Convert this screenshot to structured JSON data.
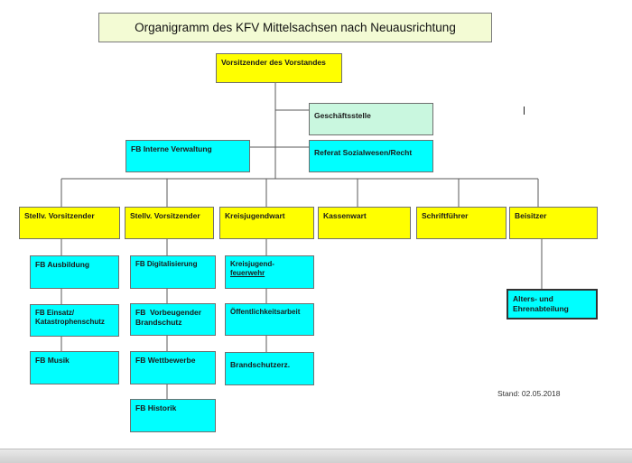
{
  "title": "Organigramm des KFV Mittelsachsen nach Neuausrichtung",
  "stand": "Stand: 02.05.2018",
  "nodes": {
    "vorsitzender": "Vorsitzender des Vorstandes",
    "geschaeftsstelle": "Geschäftsstelle",
    "fb_interne_verwaltung": "FB Interne Verwaltung",
    "referat_sozialwesen": "Referat Sozialwesen/Recht",
    "stellv_1": "Stellv. Vorsitzender",
    "stellv_2": "Stellv. Vorsitzender",
    "kreisjugendwart": "Kreisjugendwart",
    "kassenwart": "Kassenwart",
    "schriftfuehrer": "Schriftführer",
    "beisitzer": "Beisitzer",
    "fb_ausbildung": "FB Ausbildung",
    "fb_einsatz_line1": "FB Einsatz/",
    "fb_einsatz_line2": "Katastrophenschutz",
    "fb_musik": "FB Musik",
    "fb_digitalisierung": "FB Digitalisierung",
    "fb_vorbeugender_line1": "FB  Vorbeugender",
    "fb_vorbeugender_line2": "Brandschutz",
    "fb_wettbewerbe": "FB Wettbewerbe",
    "fb_historik": "FB Historik",
    "kreisjugend_line1": "Kreisjugend-",
    "kreisjugend_line2": "feuerwehr",
    "oeffentlichkeitsarbeit": "Öffentlichkeitsarbeit",
    "brandschutzerz": "Brandschutzerz.",
    "alters_line1": "Alters- und",
    "alters_line2": "Ehrenabteilung"
  },
  "colors": {
    "leadership": "#ffff00",
    "department": "#00ffff",
    "office": "#c9f7df",
    "title_background": "#f3fbd4",
    "connector": "#5a5a5a"
  }
}
